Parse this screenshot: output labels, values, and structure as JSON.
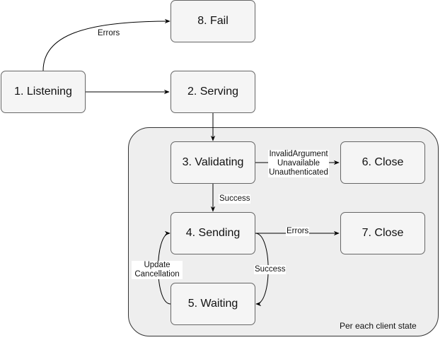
{
  "nodes": {
    "listening": "1. Listening",
    "serving": "2. Serving",
    "validating": "3. Validating",
    "sending": "4. Sending",
    "waiting": "5. Waiting",
    "close6": "6. Close",
    "close7": "7. Close",
    "fail": "8. Fail"
  },
  "edges": {
    "listening_fail": "Errors",
    "validating_success": "Success",
    "validating_close_1": "InvalidArgument",
    "validating_close_2": "Unavailable",
    "validating_close_3": "Unauthenticated",
    "sending_errors": "Errors",
    "sending_success": "Success",
    "waiting_update_1": "Update",
    "waiting_update_2": "Cancellation"
  },
  "group": {
    "caption": "Per each client state"
  }
}
